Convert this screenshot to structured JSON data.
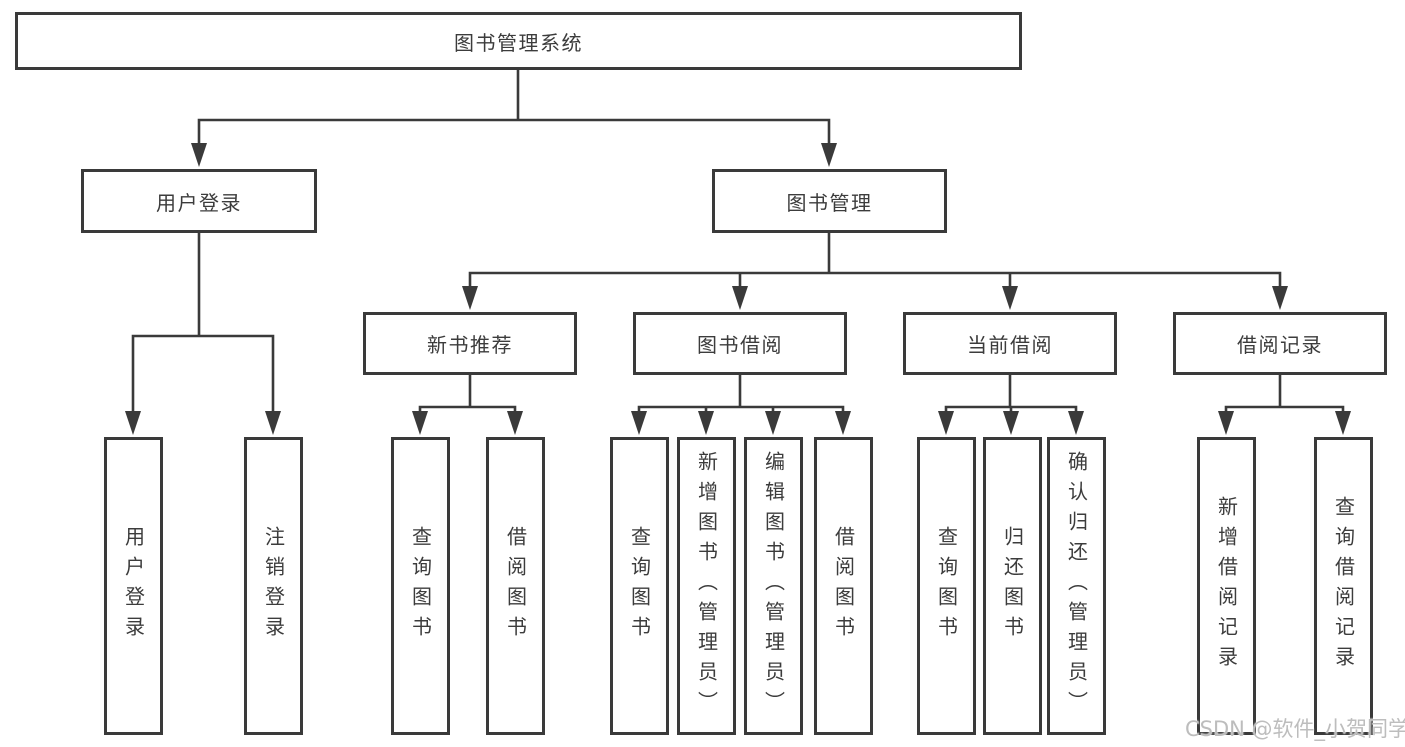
{
  "colors": {
    "line": "#3a3a3a",
    "text": "#3c3c3c",
    "watermark": "#bdbdbd",
    "background": "#ffffff"
  },
  "watermark": {
    "text": "CSDN @软件_小贺同学"
  },
  "tree": {
    "root": {
      "label": "图书管理系统"
    },
    "branches": [
      {
        "label": "用户登录",
        "children": [
          {
            "label": "用户登录"
          },
          {
            "label": "注销登录"
          }
        ]
      },
      {
        "label": "图书管理",
        "children": [
          {
            "label": "新书推荐",
            "children": [
              {
                "label": "查询图书"
              },
              {
                "label": "借阅图书"
              }
            ]
          },
          {
            "label": "图书借阅",
            "children": [
              {
                "label": "查询图书"
              },
              {
                "label": "新增图书（管理员）"
              },
              {
                "label": "编辑图书（管理员）"
              },
              {
                "label": "借阅图书"
              }
            ]
          },
          {
            "label": "当前借阅",
            "children": [
              {
                "label": "查询图书"
              },
              {
                "label": "归还图书"
              },
              {
                "label": "确认归还（管理员）"
              }
            ]
          },
          {
            "label": "借阅记录",
            "children": [
              {
                "label": "新增借阅记录"
              },
              {
                "label": "查询借阅记录"
              }
            ]
          }
        ]
      }
    ]
  }
}
